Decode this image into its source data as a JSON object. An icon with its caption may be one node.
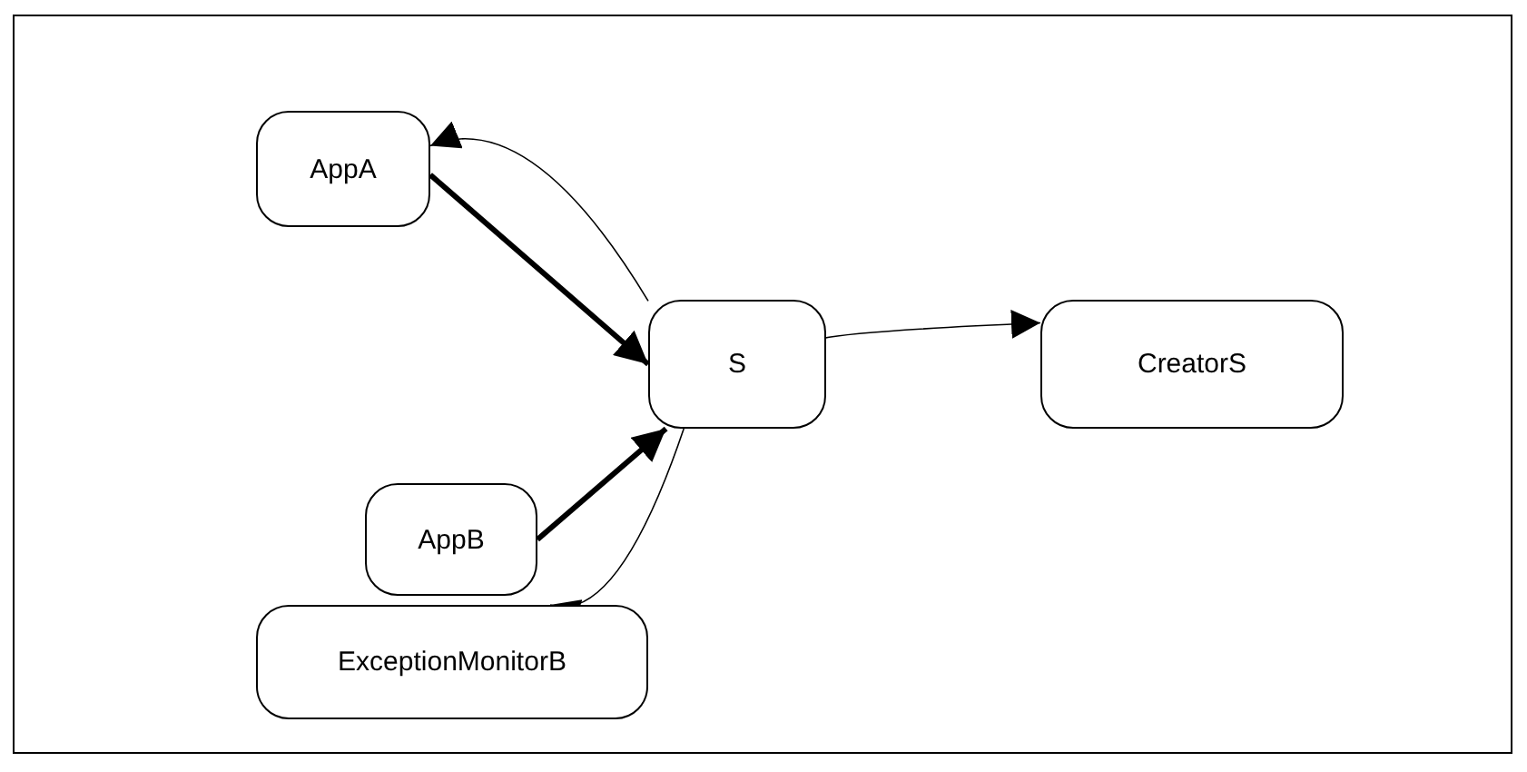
{
  "diagram": {
    "nodes": [
      {
        "text": [
          "AppA"
        ]
      },
      {
        "text": [
          "S"
        ]
      },
      {
        "text": [
          "CreatorS"
        ]
      },
      {
        "text": [
          "AppB"
        ]
      },
      {
        "text": [
          "ExceptionMonitorB"
        ]
      }
    ],
    "edges": [
      {
        "from": 0,
        "to": 1,
        "arrow": "to",
        "style": "thick"
      },
      {
        "from": 1,
        "to": 0,
        "arrow": "to"
      },
      {
        "from": 1,
        "to": 2,
        "arrow": "to"
      },
      {
        "from": 3,
        "to": 1,
        "arrow": "to",
        "style": "thick"
      },
      {
        "from": 1,
        "to": 4,
        "arrow": "to"
      }
    ]
  }
}
